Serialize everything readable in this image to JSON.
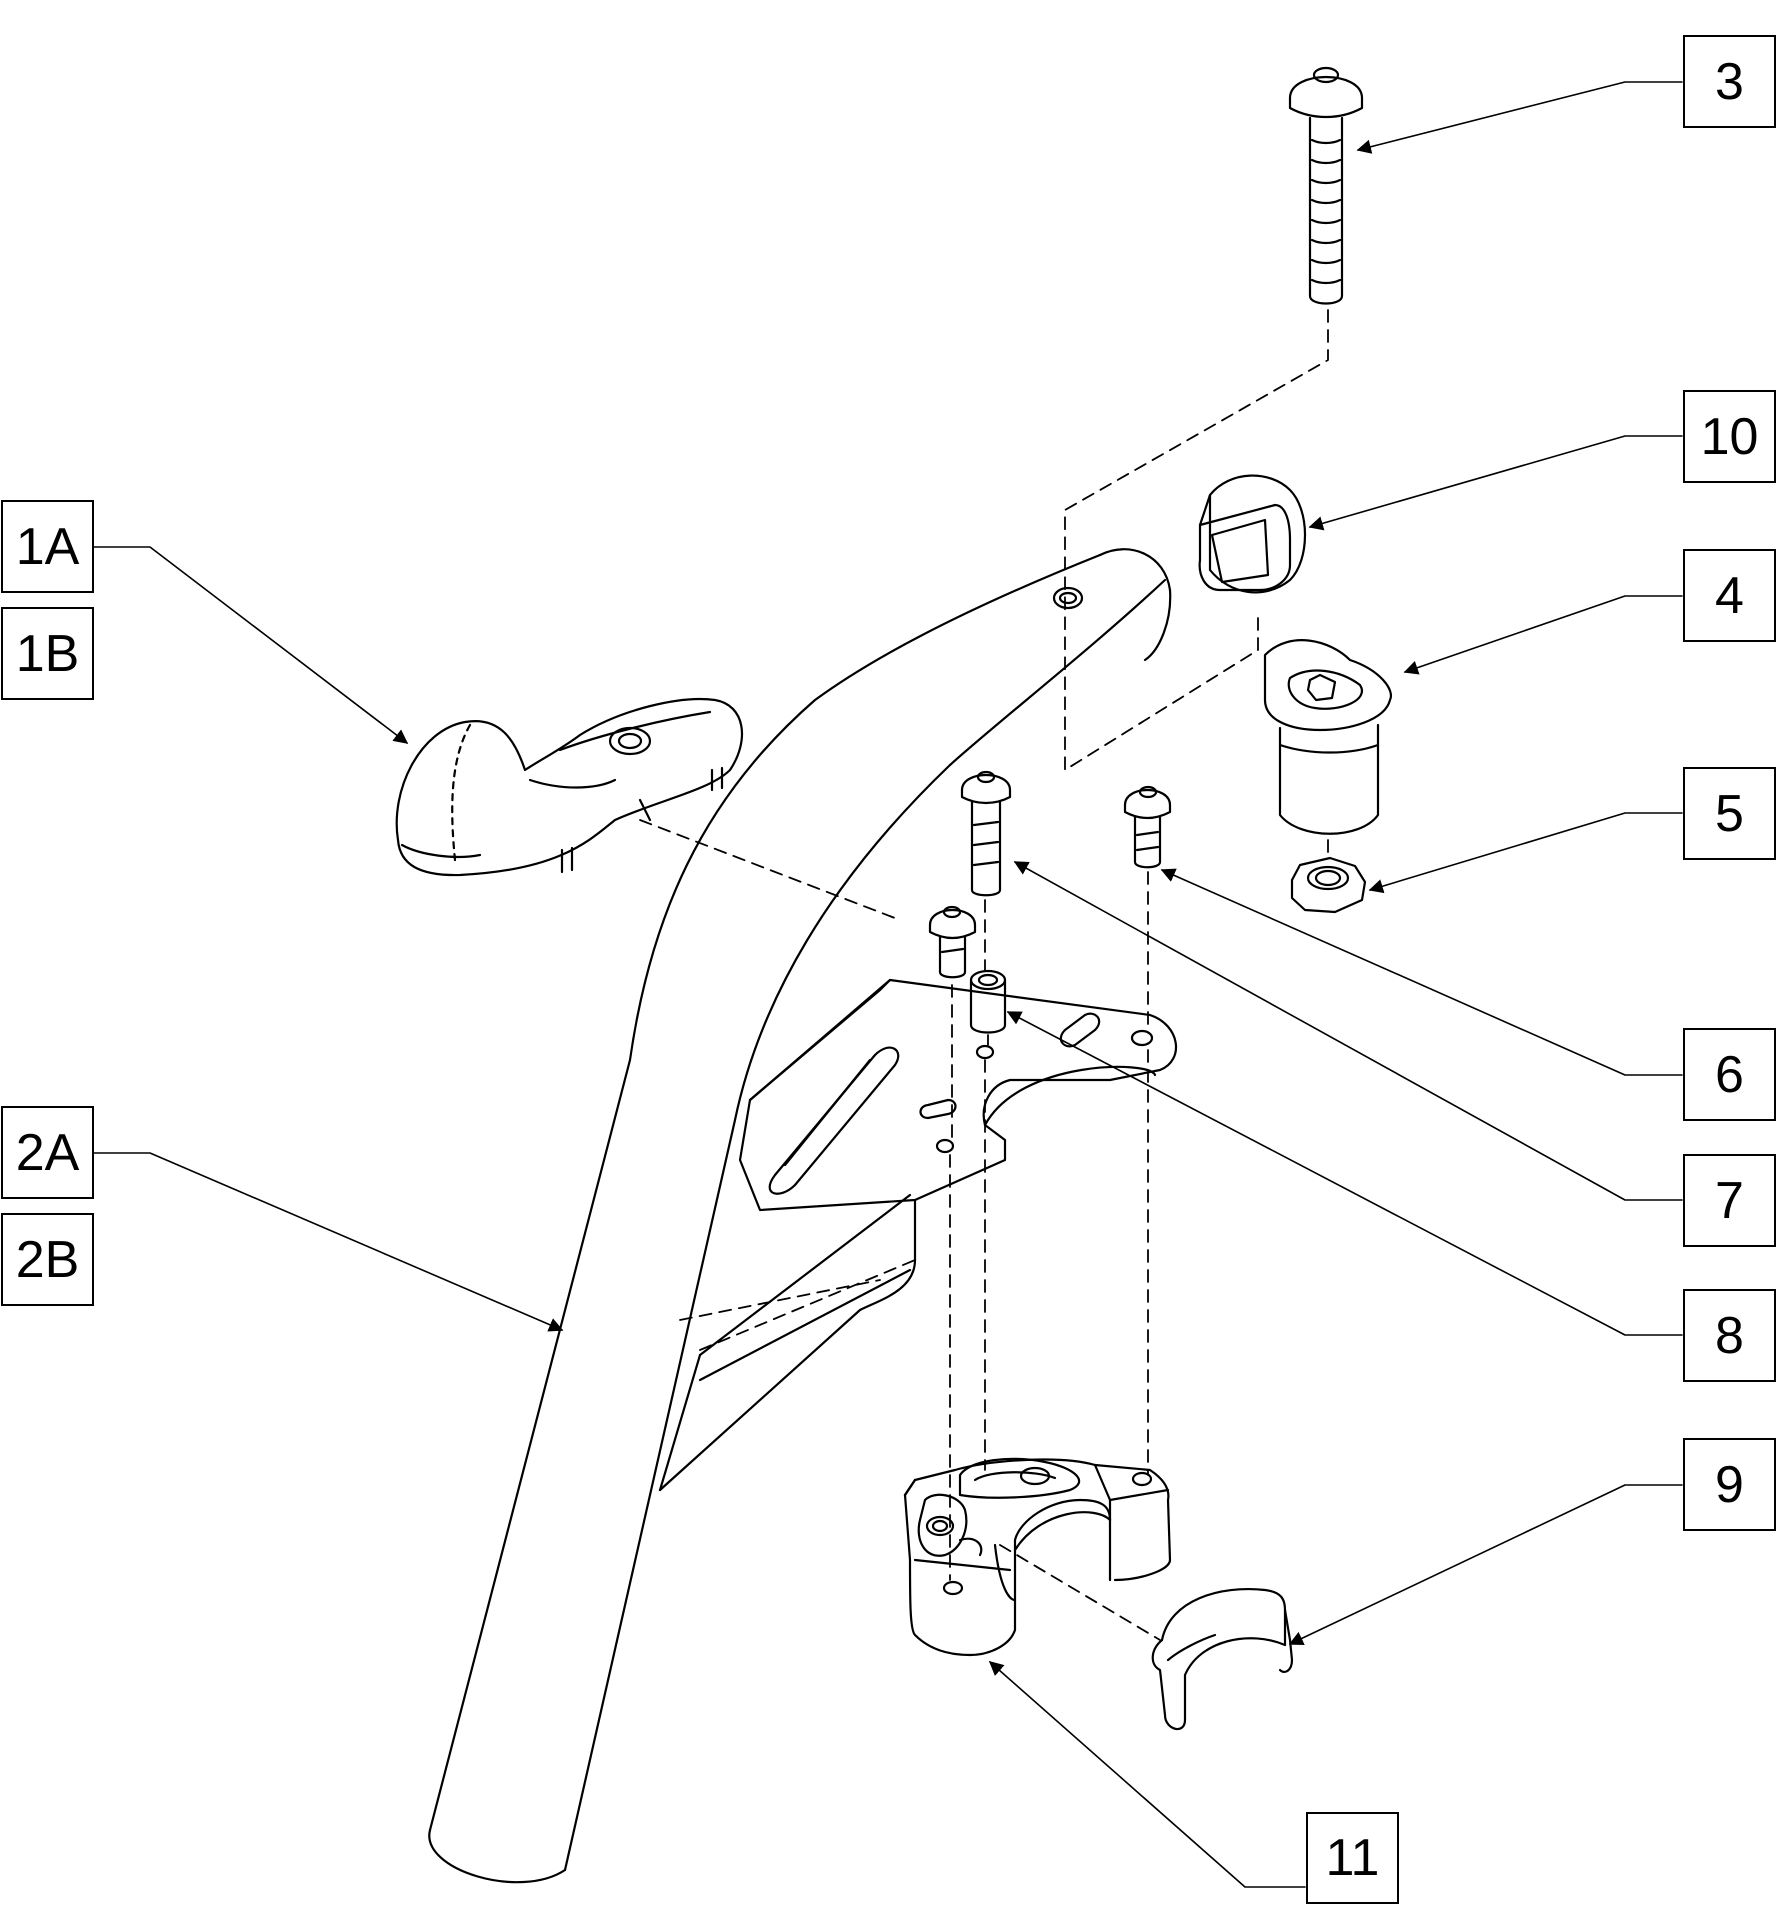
{
  "callouts": {
    "c1A": "1A",
    "c1B": "1B",
    "c2A": "2A",
    "c2B": "2B",
    "c3": "3",
    "c4": "4",
    "c5": "5",
    "c6": "6",
    "c7": "7",
    "c8": "8",
    "c9": "9",
    "c10": "10",
    "c11": "11"
  }
}
